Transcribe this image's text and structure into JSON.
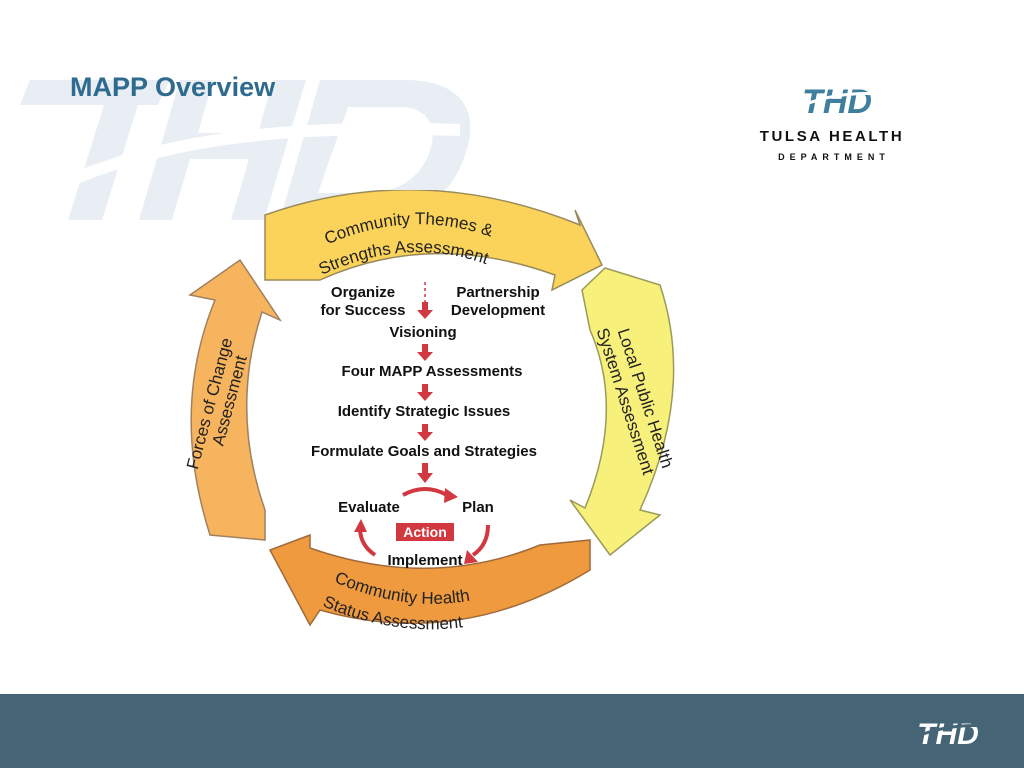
{
  "slide": {
    "title": "MAPP Overview"
  },
  "logo": {
    "mark": "THD",
    "name": "TULSA HEALTH",
    "sub": "DEPARTMENT"
  },
  "footer": {
    "mark": "THD"
  },
  "diagram": {
    "outer_cycle": {
      "top": [
        "Community Themes &",
        "Strengths Assessment"
      ],
      "right": [
        "Local Public Health",
        "System Assessment"
      ],
      "bottom": [
        "Community Health",
        "Status Assessment"
      ],
      "left": [
        "Forces of Change",
        "Assessment"
      ]
    },
    "phases": {
      "organize": [
        "Organize",
        "for Success"
      ],
      "partnership": [
        "Partnership",
        "Development"
      ],
      "visioning": "Visioning",
      "assessments": "Four MAPP Assessments",
      "issues": "Identify Strategic Issues",
      "goals": "Formulate Goals and Strategies"
    },
    "action_cycle": {
      "evaluate": "Evaluate",
      "plan": "Plan",
      "action": "Action",
      "implement": "Implement"
    }
  },
  "colors": {
    "title": "#2f6a8f",
    "footer": "#456577",
    "top_arrow": "#fbd35a",
    "right_arrow": "#f7f07a",
    "bottom_arrow": "#ef9a3f",
    "left_arrow": "#f7b45e",
    "inner_arrow": "#d1383f"
  }
}
